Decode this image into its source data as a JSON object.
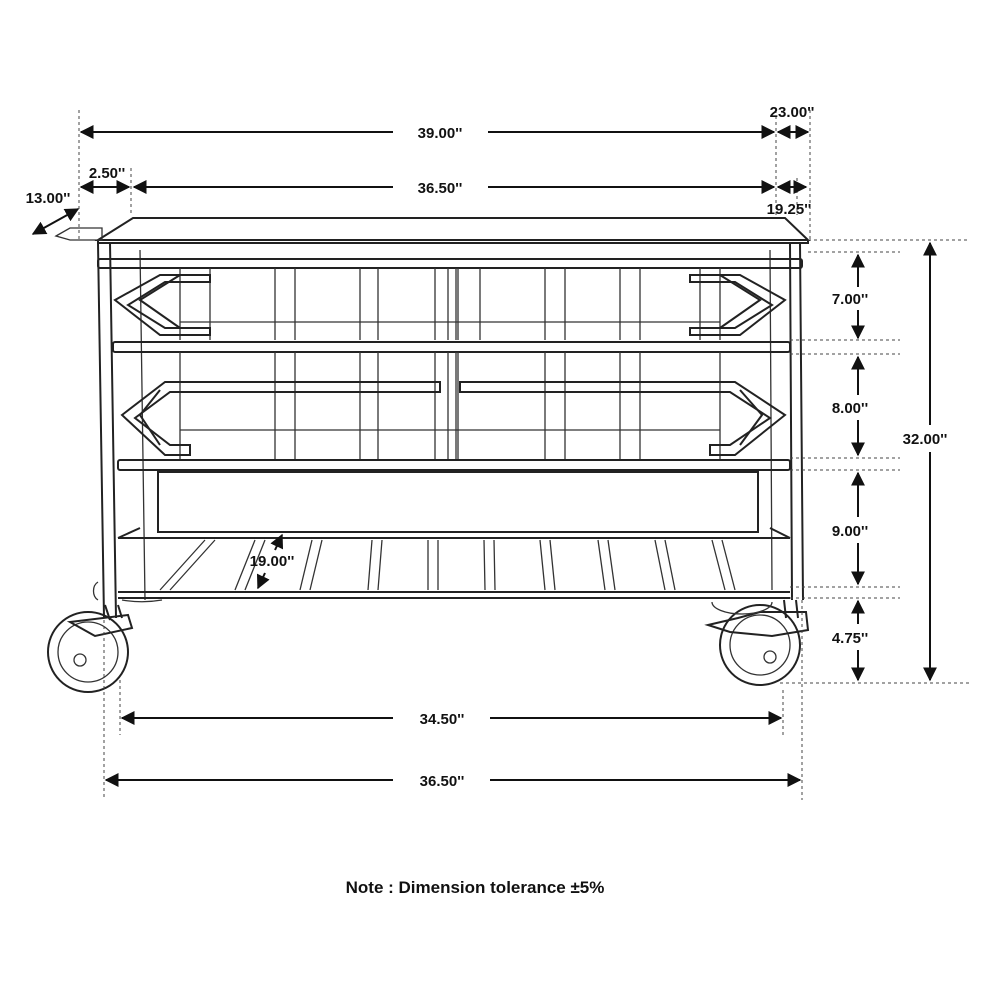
{
  "dimensions": {
    "overall_width": "39.00''",
    "overall_depth": "23.00''",
    "top_inset": "2.50''",
    "top_width": "36.50''",
    "inner_depth": "19.25''",
    "side_depth": "13.00''",
    "drawer_top_height": "7.00''",
    "drawer_mid_height": "8.00''",
    "bin_height": "9.00''",
    "caster_height": "4.75''",
    "overall_height": "32.00''",
    "shelf_depth": "19.00''",
    "base_inner_width": "34.50''",
    "base_outer_width": "36.50''"
  },
  "note": "Note : Dimension tolerance ±5%"
}
